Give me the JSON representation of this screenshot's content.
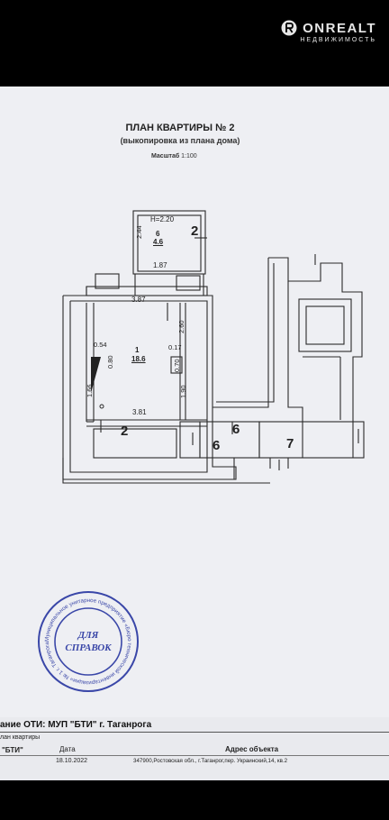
{
  "watermark": {
    "brand": "ONREALT",
    "tagline": "НЕДВИЖИМОСТЬ"
  },
  "document": {
    "title": "ПЛАН КВАРТИРЫ № 2",
    "subtitle": "(выкопировка из плана дома)",
    "scale_label": "Масштаб",
    "scale_value": "1:100"
  },
  "plan": {
    "rooms": [
      {
        "number": "6",
        "area": "4.6"
      },
      {
        "number": "1",
        "area": "18.6"
      }
    ],
    "height_label": "H=2.20",
    "dimensions": [
      "2.44",
      "1.87",
      "3.87",
      "2.60",
      "0.54",
      "0.80",
      "0.17",
      "0.70",
      "1.66",
      "1.90",
      "3.81"
    ],
    "section_labels": [
      "2",
      "2",
      "6",
      "6",
      "7"
    ]
  },
  "stamp": {
    "ring_text": "Муниципальное унитарное предприятие «Бюро технической инвентаризации» № 1 г. Таганрога",
    "center_text": [
      "ДЛЯ",
      "СПРАВОК"
    ]
  },
  "footer": {
    "org_line": "ание ОТИ: МУП \"БТИ\" г. Таганрога",
    "plan_label": "лан квартиры",
    "bti_label": "\"БТИ\"",
    "date_label": "Дата",
    "date_value": "18.10.2022",
    "address_label": "Адрес объекта",
    "address_value": "347900,Ростовская обл., г.Таганрог,пер. Украинский,14, кв.2"
  }
}
